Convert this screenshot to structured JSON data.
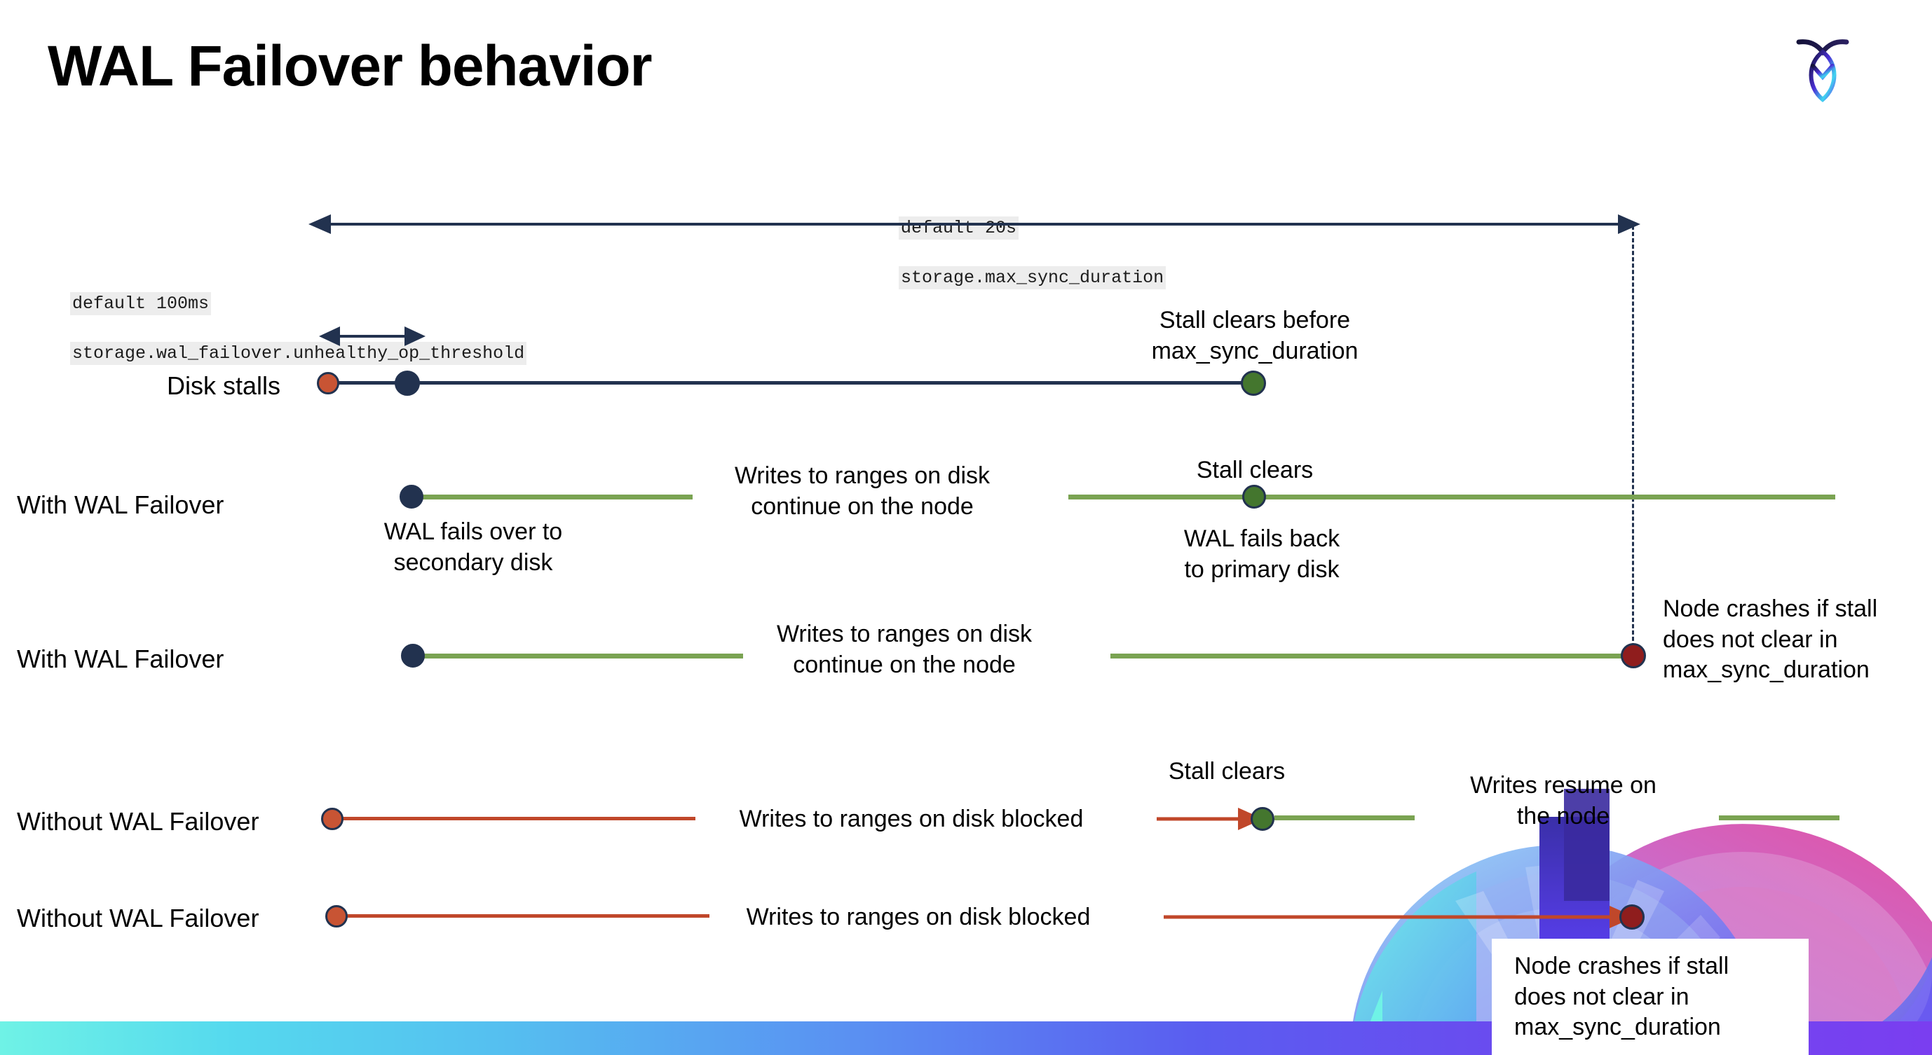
{
  "slide": {
    "title": "WAL Failover behavior",
    "logo_name": "cockroachdb-logo"
  },
  "annotations": {
    "max_sync": {
      "default": "default 20s",
      "setting": "storage.max_sync_duration"
    },
    "unhealthy_threshold": {
      "default": "default 100ms",
      "setting": "storage.wal_failover.unhealthy_op_threshold"
    }
  },
  "rows": [
    {
      "id": "disk-stalls",
      "label": "Disk stalls",
      "notes": [
        "Stall clears before\nmax_sync_duration"
      ]
    },
    {
      "id": "with-wal-failover-1",
      "label": "With WAL Failover",
      "notes": [
        "WAL fails over to\nsecondary disk",
        "Writes to ranges on disk\ncontinue on the node",
        "Stall clears",
        "WAL fails  back\nto primary disk"
      ]
    },
    {
      "id": "with-wal-failover-2",
      "label": "With WAL Failover",
      "notes": [
        "Writes to ranges on disk\ncontinue on the node",
        "Node crashes if stall\ndoes not clear in\nmax_sync_duration"
      ]
    },
    {
      "id": "without-wal-failover-1",
      "label": "Without WAL Failover",
      "notes": [
        "Writes to ranges on disk  blocked",
        "Stall clears",
        "Writes resume on\nthe node"
      ]
    },
    {
      "id": "without-wal-failover-2",
      "label": "Without WAL Failover",
      "notes": [
        "Writes to ranges on disk  blocked",
        "Node crashes if stall\ndoes not clear in\nmax_sync_duration"
      ]
    }
  ],
  "colors": {
    "navy": "#22324f",
    "green_line": "#7aa352",
    "red_line": "#c0472a",
    "orange_dot": "#c85434",
    "green_dot": "#44762e",
    "dark_red_dot": "#8f1d1d",
    "code_bg": "#ededed",
    "bar_cyan": "#6ff2e6",
    "bar_blue": "#5a8ef2",
    "bar_purple": "#7a3ef0"
  }
}
